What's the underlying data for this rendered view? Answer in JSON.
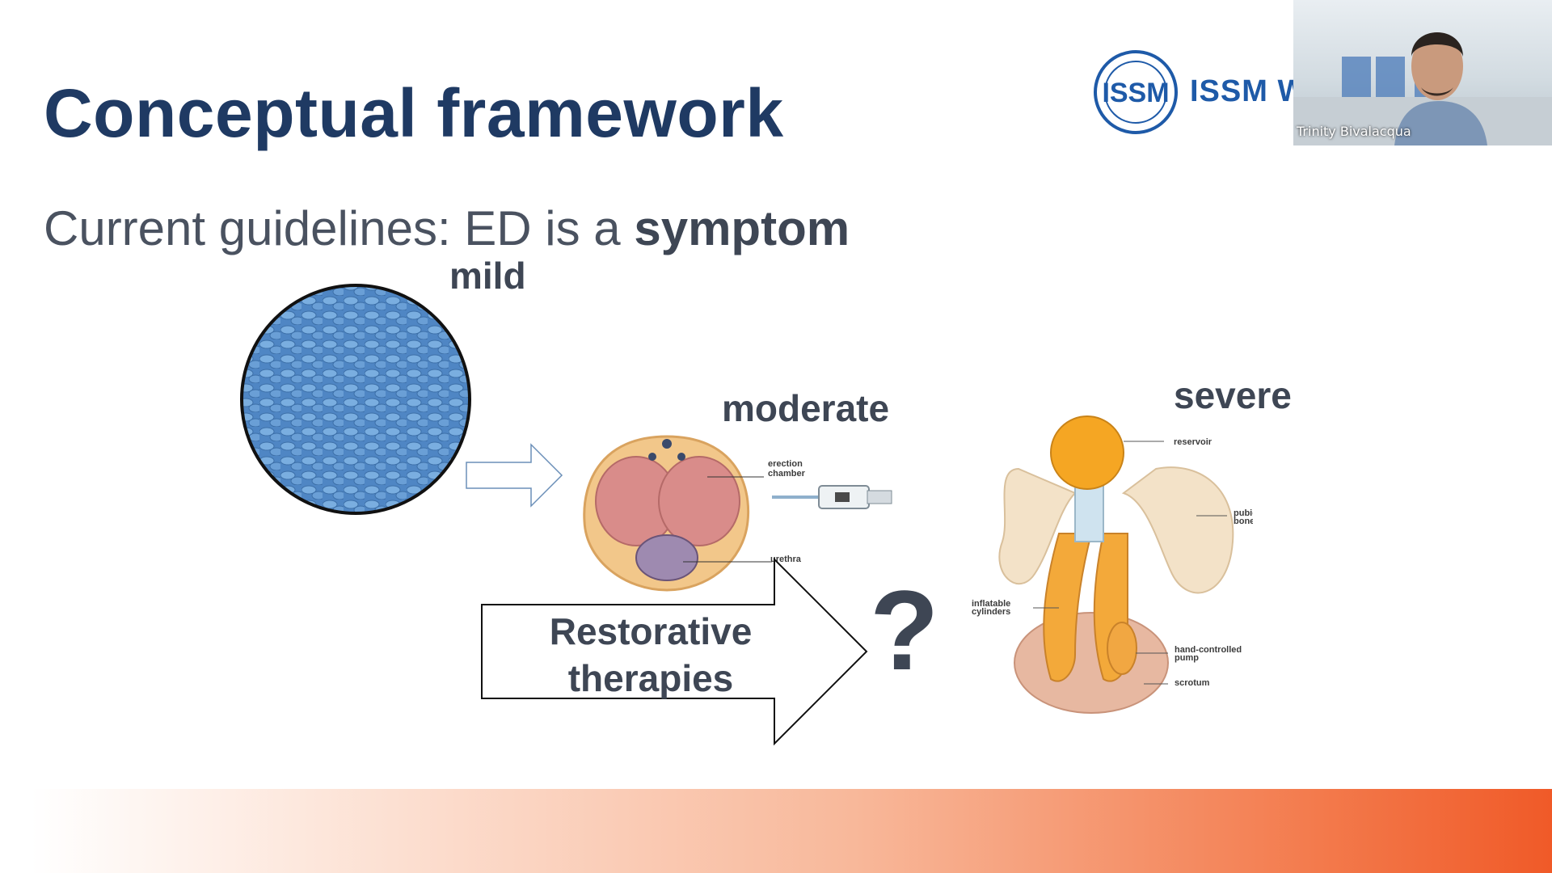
{
  "slide": {
    "title": "Conceptual framework",
    "subtitle_prefix": "Current guidelines: ED is a ",
    "subtitle_emphasis": "symptom",
    "labels": {
      "mild": "mild",
      "moderate": "moderate",
      "severe": "severe"
    },
    "restorative": {
      "line1": "Restorative",
      "line2": "therapies"
    },
    "question_mark": "?",
    "diagram_moderate": {
      "erection_chamber": [
        "erection",
        "chamber"
      ],
      "urethra": "urethra"
    },
    "diagram_severe": {
      "reservoir": "reservoir",
      "pubic_bone": [
        "pubic",
        "bone"
      ],
      "inflatable_cylinders": [
        "inflatable",
        "cylinders"
      ],
      "hand_controlled_pump": [
        "hand-controlled",
        "pump"
      ],
      "scrotum": "scrotum"
    },
    "logo_text": "ISSM W",
    "logo_ring_text": "ISSM",
    "colors": {
      "title": "#1f3a63",
      "pill_blue": "#5f95cf",
      "accent_orange": "#f05a28"
    }
  },
  "video_tile": {
    "participant_name": "Trinity Bivalacqua"
  }
}
